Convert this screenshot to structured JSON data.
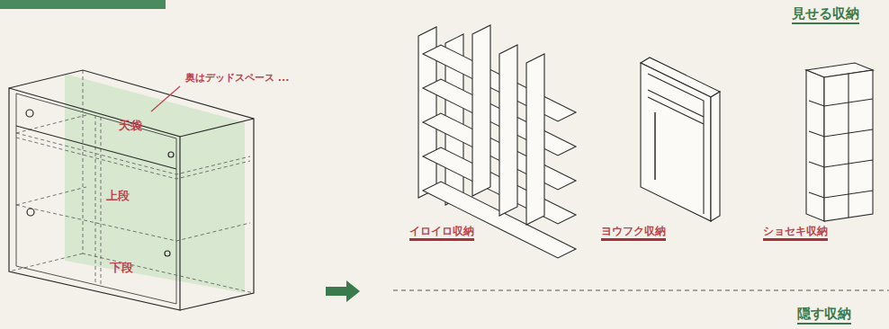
{
  "diagram": {
    "labels": [
      "奥はデッドスペース ...",
      "天袋",
      "上段",
      "下段",
      "見せる収納",
      "イロイロ収納",
      "ヨウフク収納",
      "ショセキ収納",
      "隠す収納"
    ]
  }
}
